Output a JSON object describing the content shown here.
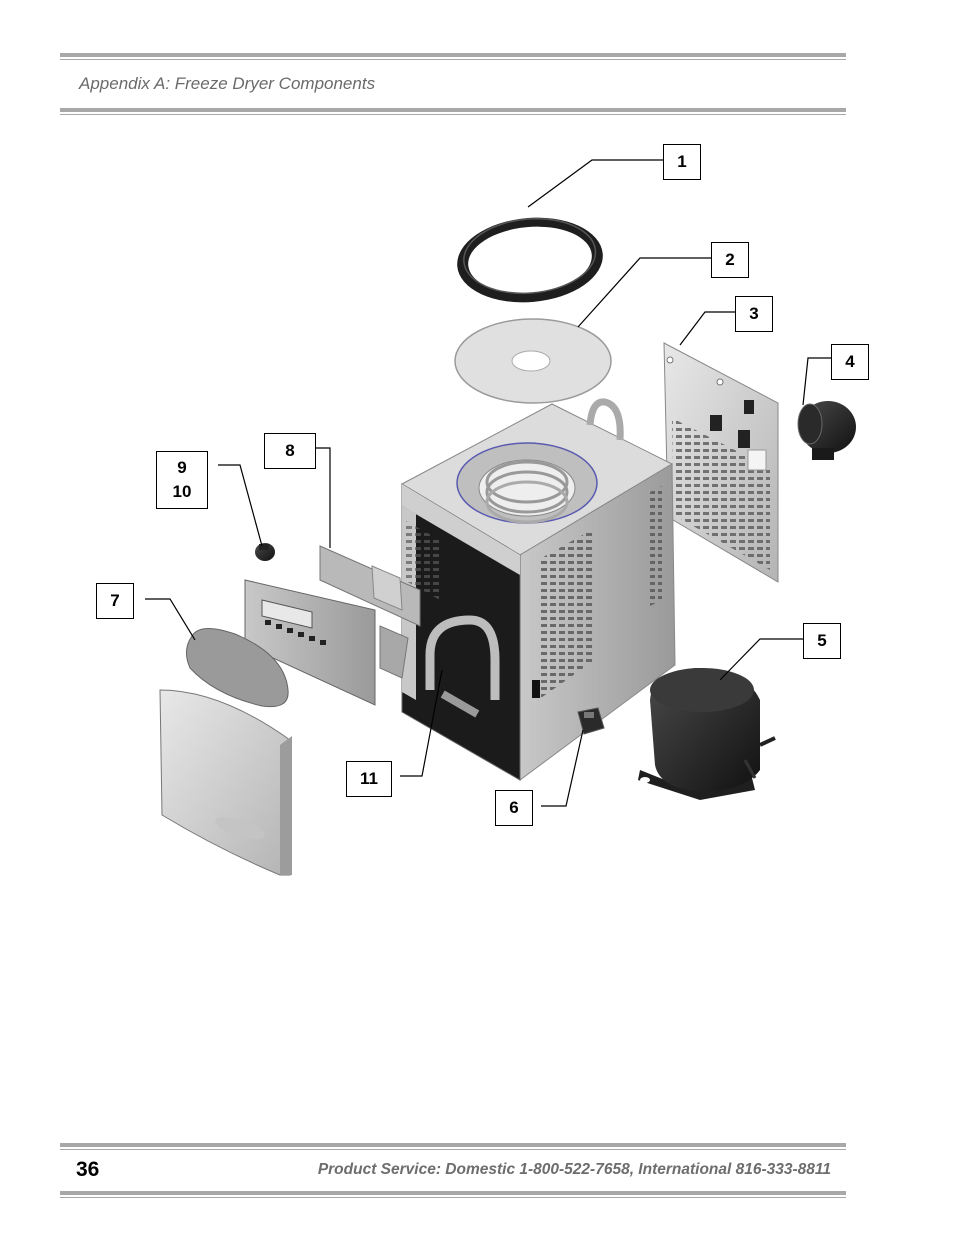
{
  "header": {
    "title": "Appendix A:  Freeze Dryer Components"
  },
  "footer": {
    "page_number": "36",
    "service_text": "Product Service:  Domestic  1-800-522-7658, International  816-333-8811"
  },
  "callouts": {
    "c1": "1",
    "c2": "2",
    "c3": "3",
    "c4": "4",
    "c5": "5",
    "c6": "6",
    "c7": "7",
    "c8": "8",
    "c9": "9",
    "c10": "10",
    "c11": "11"
  }
}
